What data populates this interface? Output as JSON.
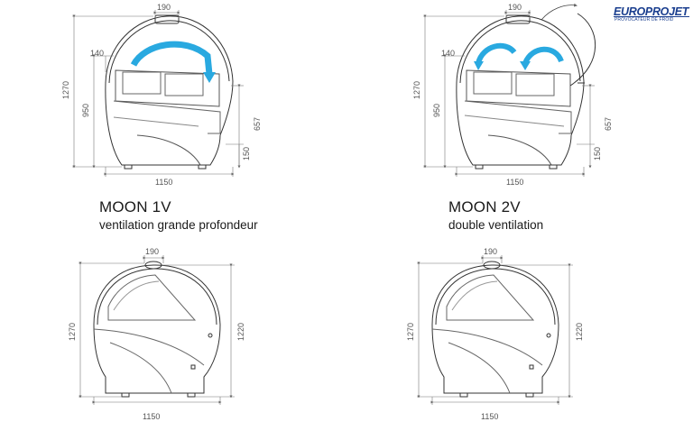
{
  "brand": {
    "logo_text": "EUROPROJET",
    "tagline": "PROVOCATEUR DE FROID",
    "color": "#1b3f8f"
  },
  "accent_color": "#29a9e0",
  "models": [
    {
      "name": "MOON 1V",
      "description": "ventilation grande profondeur",
      "dims": {
        "top": "190",
        "lid": "140",
        "height": "1270",
        "body": "950",
        "side": "657",
        "foot": "150",
        "width": "1150"
      }
    },
    {
      "name": "MOON 2V",
      "description": "double ventilation",
      "dims": {
        "top": "190",
        "lid": "140",
        "height": "1270",
        "body": "950",
        "side": "657",
        "foot": "150",
        "width": "1150"
      }
    }
  ],
  "front_views": [
    {
      "dims": {
        "top": "190",
        "height": "1270",
        "right": "1220",
        "width": "1150"
      }
    },
    {
      "dims": {
        "top": "190",
        "height": "1270",
        "right": "1220",
        "width": "1150"
      }
    }
  ]
}
